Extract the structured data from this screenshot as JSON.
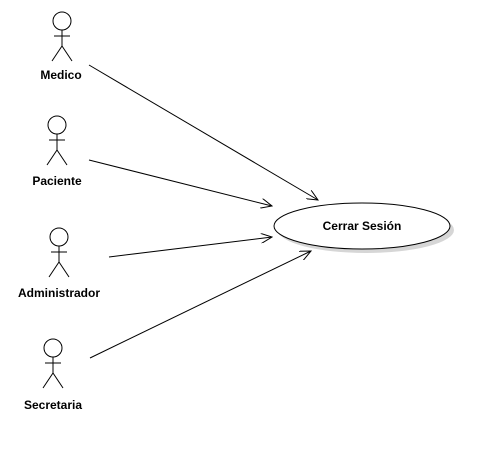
{
  "diagram": {
    "actors": [
      {
        "id": "medico",
        "label": "Medico"
      },
      {
        "id": "paciente",
        "label": "Paciente"
      },
      {
        "id": "administrador",
        "label": "Administrador"
      },
      {
        "id": "secretaria",
        "label": "Secretaria"
      }
    ],
    "use_case": {
      "id": "cerrar-sesion",
      "label": "Cerrar Sesión"
    },
    "associations": [
      {
        "from": "medico",
        "to": "cerrar-sesion",
        "arrow": "open"
      },
      {
        "from": "paciente",
        "to": "cerrar-sesion",
        "arrow": "open"
      },
      {
        "from": "administrador",
        "to": "cerrar-sesion",
        "arrow": "open"
      },
      {
        "from": "secretaria",
        "to": "cerrar-sesion",
        "arrow": "open"
      }
    ],
    "colors": {
      "stroke": "#000000",
      "fill": "#ffffff",
      "shadow": "#d6d6d6"
    }
  }
}
